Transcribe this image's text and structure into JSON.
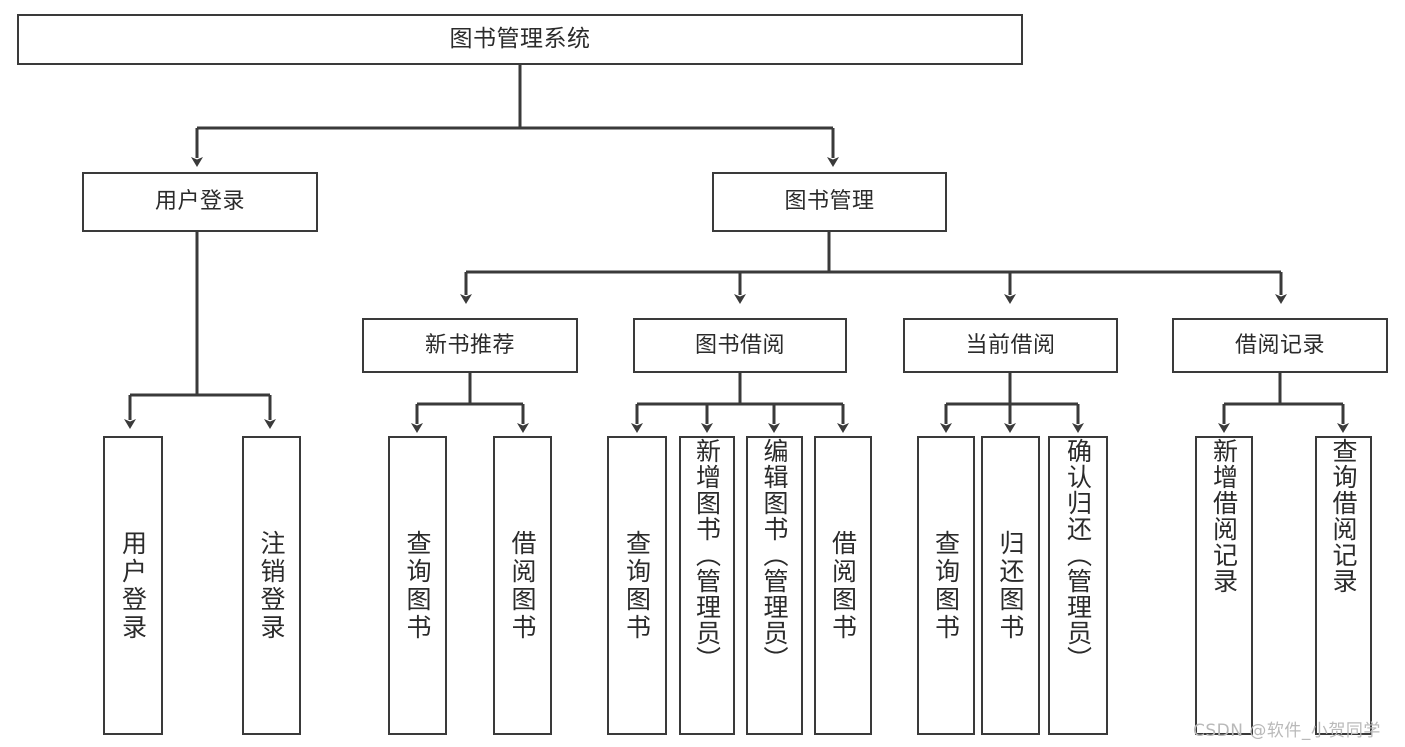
{
  "diagram": {
    "type": "tree-hierarchy",
    "title": "图书管理系统",
    "root": {
      "id": "root",
      "label": "图书管理系统"
    },
    "level2": [
      {
        "id": "user-login",
        "label": "用户登录"
      },
      {
        "id": "book-manage",
        "label": "图书管理"
      }
    ],
    "level3": [
      {
        "id": "new-book-rec",
        "label": "新书推荐",
        "parent": "book-manage"
      },
      {
        "id": "book-borrow",
        "label": "图书借阅",
        "parent": "book-manage"
      },
      {
        "id": "current-borrow",
        "label": "当前借阅",
        "parent": "book-manage"
      },
      {
        "id": "borrow-record",
        "label": "借阅记录",
        "parent": "book-manage"
      }
    ],
    "leaves": [
      {
        "id": "leaf-user-login",
        "label": "用户登录",
        "parent": "user-login"
      },
      {
        "id": "leaf-logout",
        "label": "注销登录",
        "parent": "user-login"
      },
      {
        "id": "leaf-query-book-1",
        "label": "查询图书",
        "parent": "new-book-rec"
      },
      {
        "id": "leaf-borrow-book-1",
        "label": "借阅图书",
        "parent": "new-book-rec"
      },
      {
        "id": "leaf-query-book-2",
        "label": "查询图书",
        "parent": "book-borrow"
      },
      {
        "id": "leaf-add-book",
        "label": "新增图书（管理员）",
        "parent": "book-borrow"
      },
      {
        "id": "leaf-edit-book",
        "label": "编辑图书（管理员）",
        "parent": "book-borrow"
      },
      {
        "id": "leaf-borrow-book-2",
        "label": "借阅图书",
        "parent": "book-borrow"
      },
      {
        "id": "leaf-query-book-3",
        "label": "查询图书",
        "parent": "current-borrow"
      },
      {
        "id": "leaf-return-book",
        "label": "归还图书",
        "parent": "current-borrow"
      },
      {
        "id": "leaf-confirm-return",
        "label": "确认归还（管理员）",
        "parent": "current-borrow"
      },
      {
        "id": "leaf-add-record",
        "label": "新增借阅记录",
        "parent": "borrow-record"
      },
      {
        "id": "leaf-query-record",
        "label": "查询借阅记录",
        "parent": "borrow-record"
      }
    ],
    "colors": {
      "background": "#ffffff",
      "box_border": "#3a3a3a",
      "box_fill": "#ffffff",
      "connector": "#3a3a3a",
      "text": "#2b2b2b",
      "watermark": "#b9b9b9"
    }
  },
  "watermark": {
    "text": "CSDN @软件_小贺同学"
  }
}
